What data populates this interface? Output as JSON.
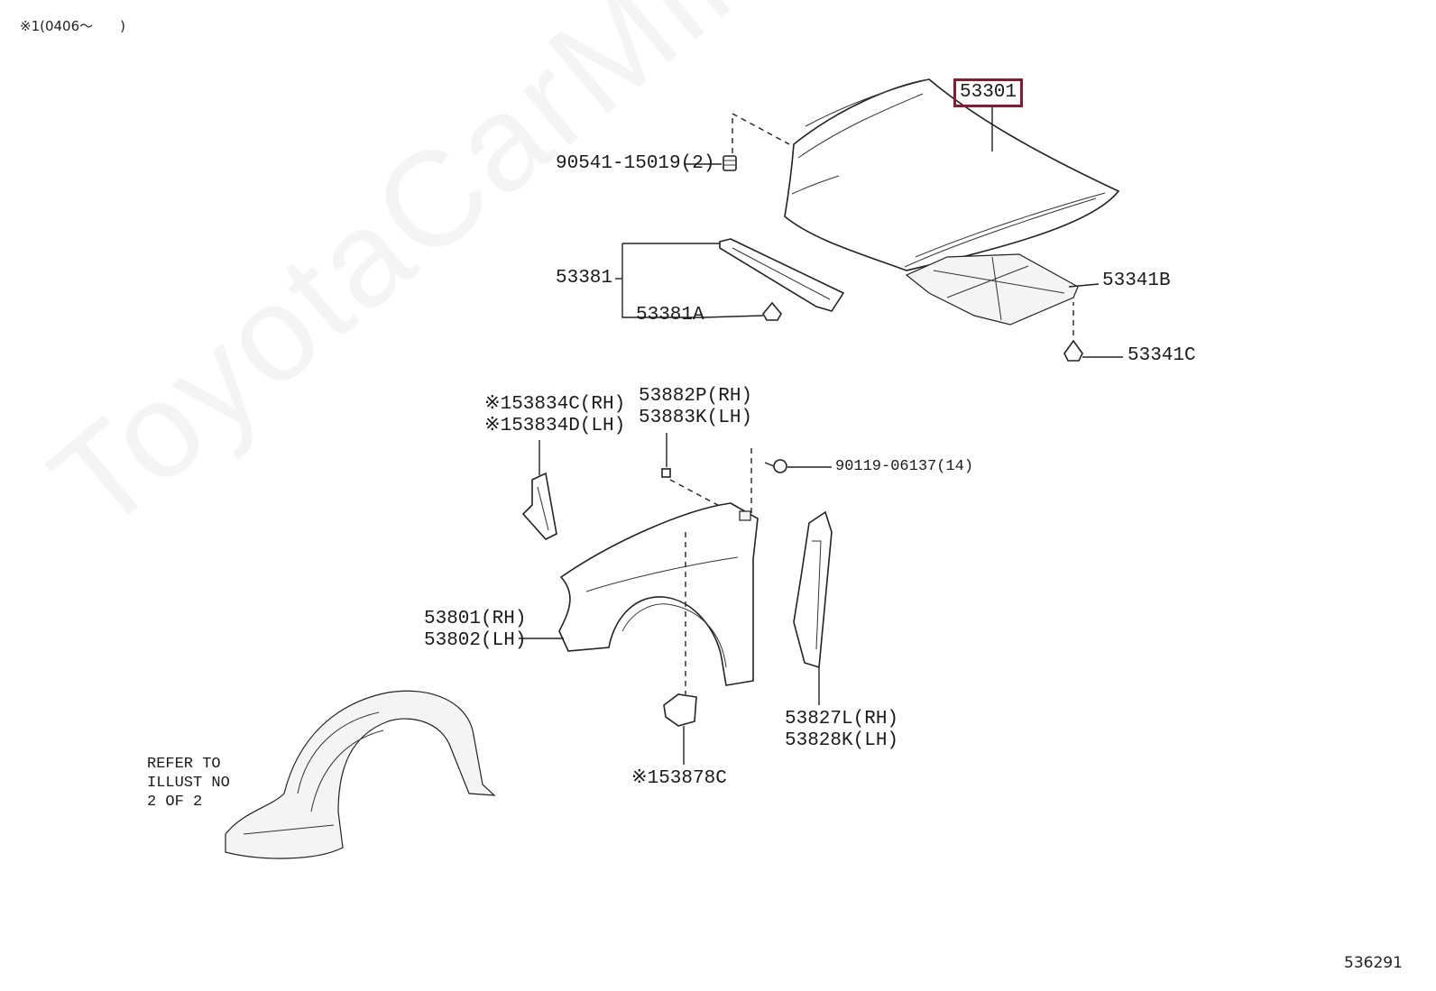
{
  "header_note": "※1(0406～　　)",
  "diagram_id": "536291",
  "watermark": "ToyotaCarMine.ru",
  "highlight_color": "#8b1a2e",
  "parts": {
    "hood": "53301",
    "hood_stopper": "90541-15019(2)",
    "seal_main": "53381",
    "seal_clip": "53381A",
    "hood_insulator": "53341B",
    "insulator_clip": "53341C",
    "fender_seal_a": "※153834C(RH)",
    "fender_seal_b": "※153834D(LH)",
    "fender_nut_a": "53882P(RH)",
    "fender_nut_b": "53883K(LH)",
    "fender_bolt": "90119-06137(14)",
    "fender_rh": "53801(RH)",
    "fender_lh": "53802(LH)",
    "fender_protector_a": "53827L(RH)",
    "fender_protector_b": "53828K(LH)",
    "fender_seal_lower": "※153878C"
  },
  "refer_note": {
    "line1": "REFER TO",
    "line2": "ILLUST NO",
    "line3": "2 OF 2"
  }
}
